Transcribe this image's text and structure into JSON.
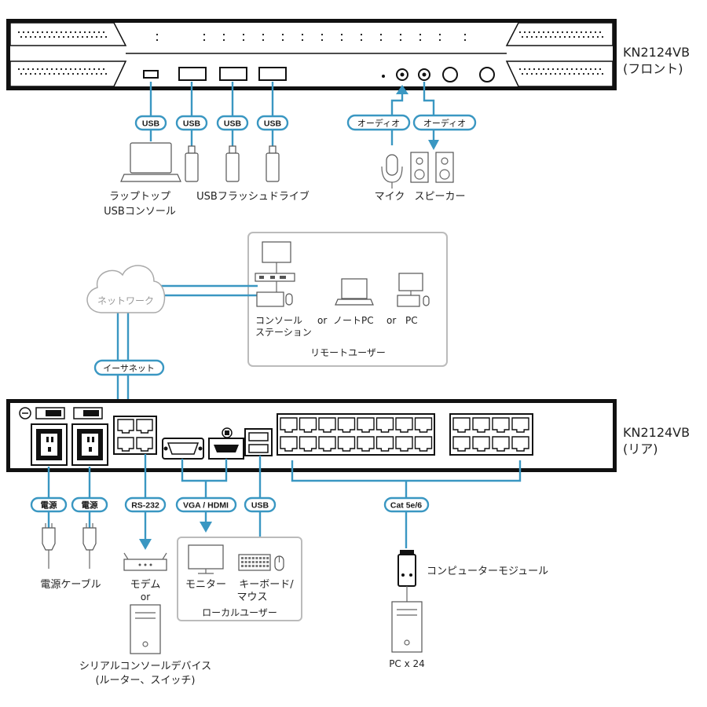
{
  "front_unit": {
    "model": "KN2124VB",
    "side": "(フロント)"
  },
  "rear_unit": {
    "model": "KN2124VB",
    "side": "(リア)"
  },
  "front_labels": {
    "usb": "USB",
    "audio_in": "オーディオ",
    "audio_out": "オーディオ",
    "laptop_line1": "ラップトップ",
    "laptop_line2": "USBコンソール",
    "flash": "USBフラッシュドライブ",
    "mic": "マイク",
    "speaker": "スピーカー"
  },
  "remote": {
    "network": "ネットワーク",
    "console_line1": "コンソール",
    "console_line2": "ステーション",
    "or": "or",
    "notebook": "ノートPC",
    "pc": "PC",
    "title": "リモートユーザー",
    "ethernet": "イーサネット"
  },
  "rear_labels": {
    "power": "電源",
    "rs232": "RS-232",
    "vga_hdmi": "VGA / HDMI",
    "usb": "USB",
    "cat": "Cat 5e/6",
    "power_cable": "電源ケーブル",
    "modem": "モデム",
    "or": "or",
    "serial_line1": "シリアルコンソールデバイス",
    "serial_line2": "(ルーター、スイッチ)",
    "monitor": "モニター",
    "keyboard_line1": "キーボード/",
    "keyboard_line2": "マウス",
    "local_title": "ローカルユーザー",
    "computer_module": "コンピューターモジュール",
    "pc_count": "PC x 24"
  },
  "colors": {
    "cable": "#3a97c2",
    "device": "#1a1a1a",
    "box": "#bbbbbb"
  }
}
